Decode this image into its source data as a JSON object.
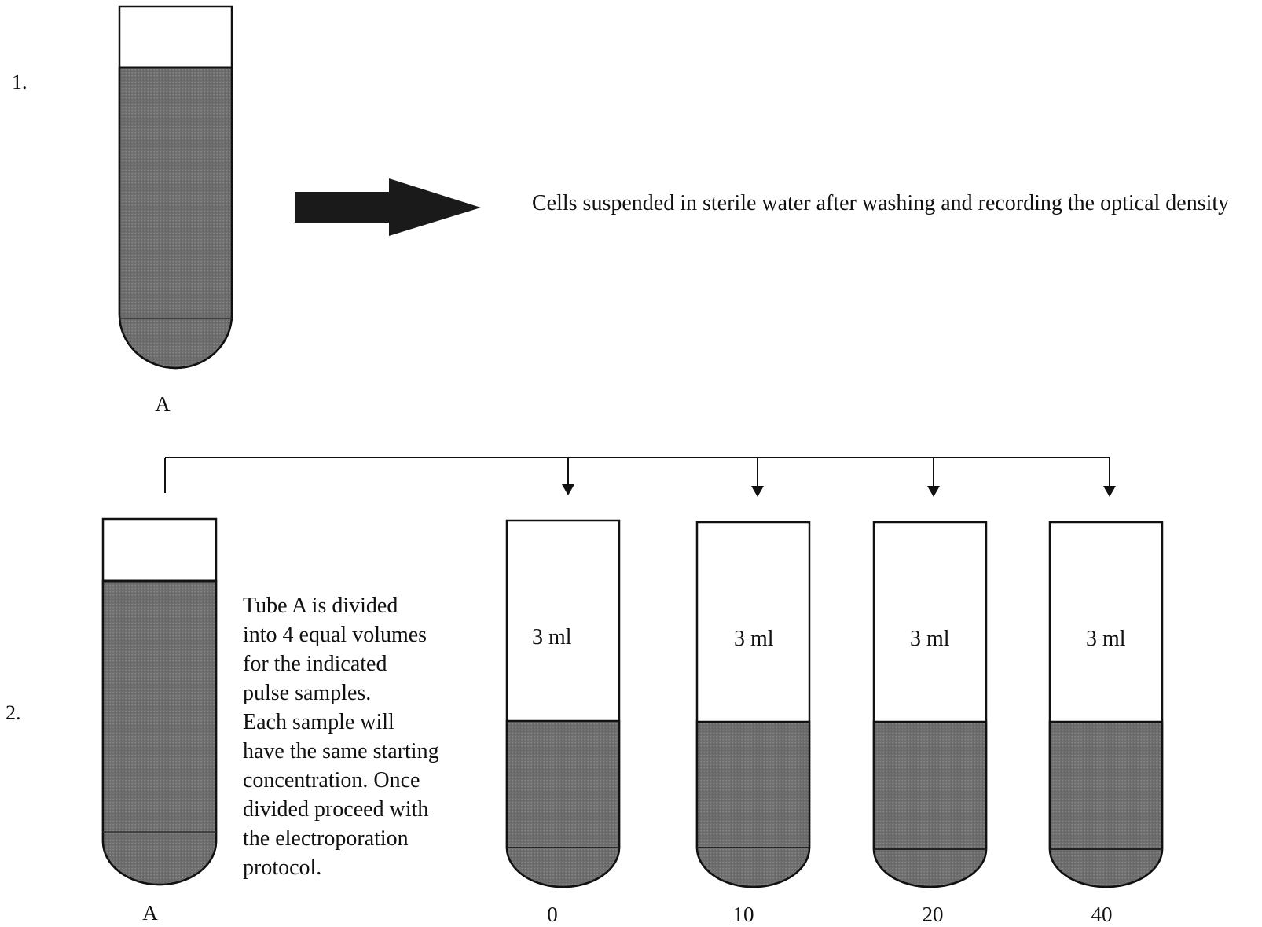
{
  "step1": {
    "number": "1.",
    "tube_label": "A",
    "description": "Cells suspended in sterile water after washing and recording the optical density"
  },
  "step2": {
    "number": "2.",
    "source_tube_label": "A",
    "description_lines": [
      "Tube A is divided",
      "into 4 equal volumes",
      "for the indicated",
      "pulse samples.",
      "Each sample will",
      "have the same starting",
      "concentration. Once",
      "divided proceed with",
      "the electroporation",
      "protocol."
    ],
    "sample_tubes": [
      {
        "volume": "3 ml",
        "label": "0"
      },
      {
        "volume": "3 ml",
        "label": "10"
      },
      {
        "volume": "3 ml",
        "label": "20"
      },
      {
        "volume": "3 ml",
        "label": "40"
      }
    ]
  },
  "colors": {
    "liquid": "#6f6f6f",
    "outline": "#111111",
    "arrow": "#1a1a1a"
  }
}
